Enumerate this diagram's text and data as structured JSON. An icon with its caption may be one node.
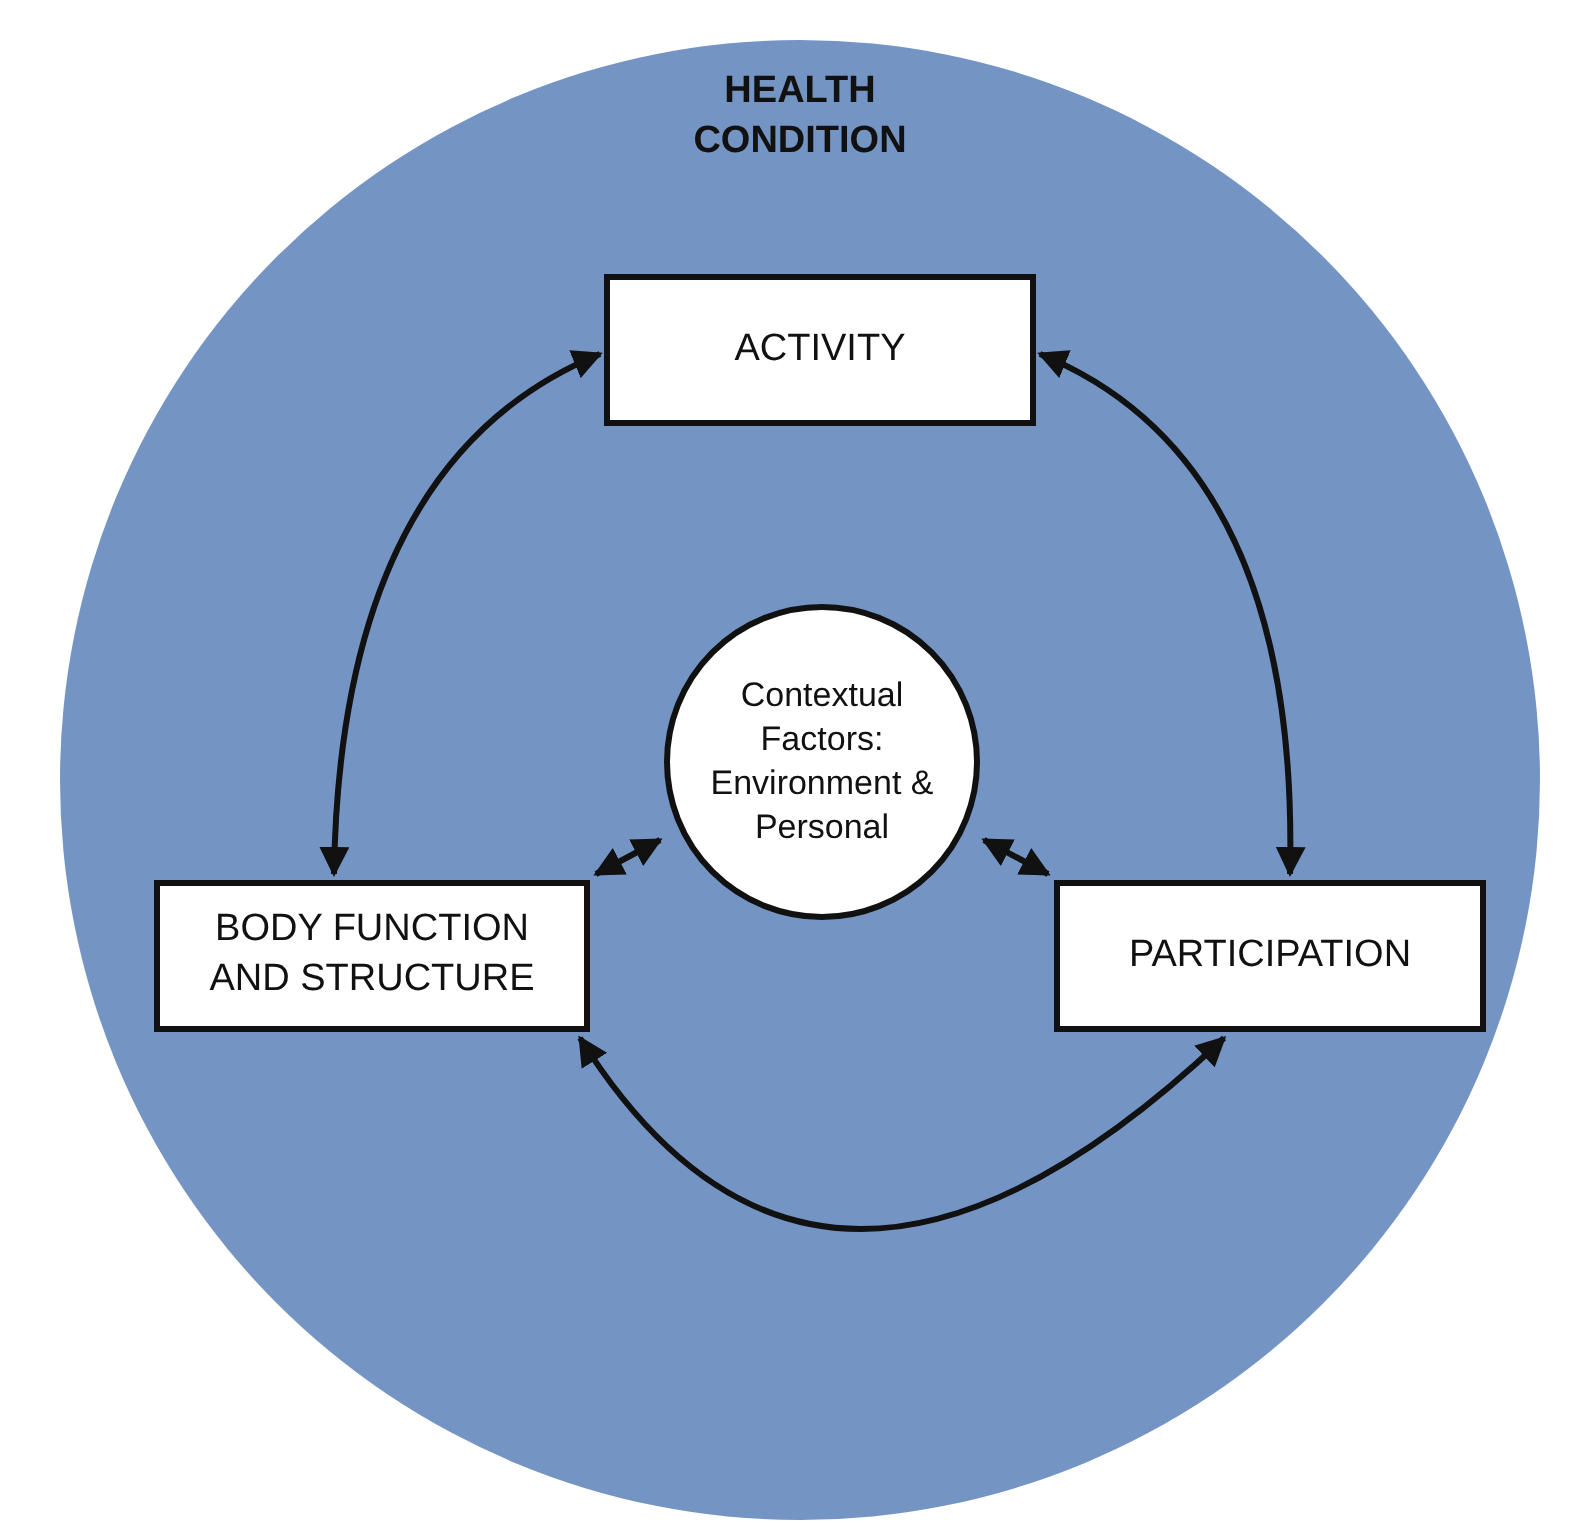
{
  "diagram": {
    "nodes": [
      {
        "text": [
          "HEALTH CONDITION"
        ]
      },
      {
        "text": [
          "ACTIVITY"
        ],
        "in": 0
      },
      {
        "text": [
          "Contextual Factors: Environment & Personal"
        ],
        "in": 0
      },
      {
        "text": [
          "BODY FUNCTION AND STRUCTURE"
        ],
        "in": 0
      },
      {
        "text": [
          "PARTICIPATION"
        ],
        "in": 0
      }
    ],
    "edges": [
      {
        "from": 1,
        "to": 3,
        "arrow": "both"
      },
      {
        "from": 1,
        "to": 4,
        "arrow": "both"
      },
      {
        "from": 3,
        "to": 4,
        "arrow": "both"
      },
      {
        "from": 3,
        "to": 2,
        "arrow": "both"
      },
      {
        "from": 2,
        "to": 4,
        "arrow": "both"
      }
    ]
  }
}
